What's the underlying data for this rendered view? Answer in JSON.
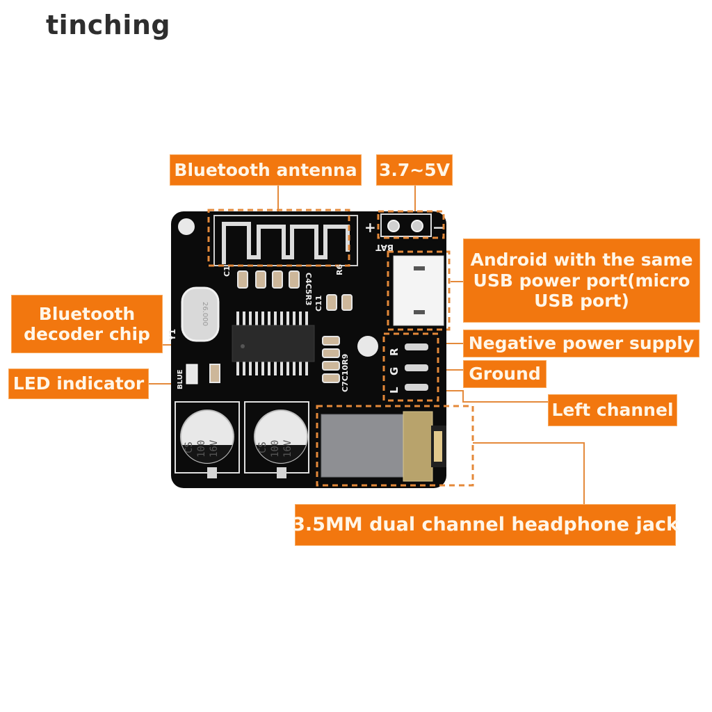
{
  "brand": {
    "name": "tinching"
  },
  "colors": {
    "accent": "#f2770f",
    "label_text": "#fff6e8",
    "pcb": "#0b0b0b",
    "silkscreen": "#e8e8e8"
  },
  "labels": {
    "antenna": "Bluetooth antenna",
    "voltage": "3.7~5V",
    "usb_port": "Android with the same USB power port(micro USB port)",
    "negative_supply": "Negative power supply",
    "ground": "Ground",
    "left_channel": "Left channel",
    "decoder_chip": "Bluetooth decoder chip",
    "led_indicator": "LED indicator",
    "headphone_jack": "3.5MM dual channel headphone jack"
  },
  "board": {
    "silkscreen": {
      "plus": "+",
      "minus": "−",
      "bat": "BAT",
      "crystal": "Y1",
      "crystal_marking": "26.000",
      "led": "BLUE",
      "c1": "C1",
      "c_group": "C4C5R3",
      "r6": "R6",
      "c11": "C11",
      "c_right": "C7C10R9",
      "pin_r": "R",
      "pin_g": "G",
      "pin_l": "L"
    },
    "capacitors": [
      {
        "brand": "CS",
        "value": "100",
        "voltage": "16V"
      },
      {
        "brand": "CS",
        "value": "100",
        "voltage": "16V"
      }
    ]
  }
}
